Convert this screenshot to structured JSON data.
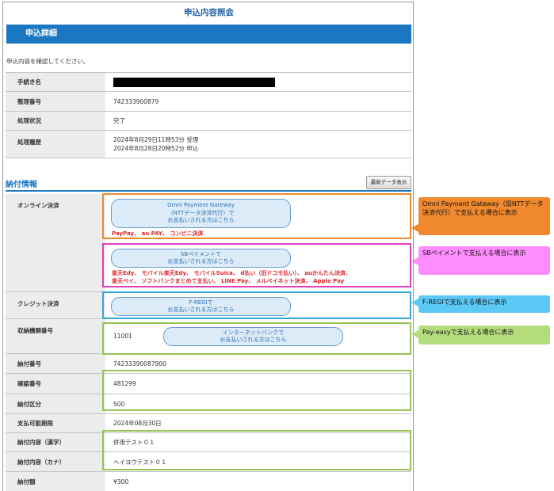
{
  "page": {
    "title": "申込内容照会",
    "section_title": "申込詳細",
    "intro_text": "申込内容を確認してください。"
  },
  "application": {
    "procedure_name_label": "手続き名",
    "reference_number_label": "整理番号",
    "reference_number": "742333900879",
    "status_label": "処理状況",
    "status": "完了",
    "history_label": "処理履歴",
    "history": [
      "2024年8月29日11時53分 受理",
      "2024年8月28日20時52分 申込"
    ]
  },
  "payment": {
    "title": "納付情報",
    "refresh_button": "最新データ表示",
    "online_label": "オンライン決済",
    "omni": {
      "button_lines": [
        "Omni Payment Gateway",
        "（NTTデータ決済代行）で",
        "お支払いされる方はこちら"
      ],
      "methods": "PayPay、 au PAY、 コンビニ決済"
    },
    "sb": {
      "button_lines": [
        "SBペイメントで",
        "お支払いされる方はこちら"
      ],
      "methods_lines": [
        "楽天Edy、 モバイル楽天Edy、 モバイルSuica、 d払い（旧ドコモ払い）、 auかんたん決済、",
        "楽天ペイ、 ソフトバンクまとめて支払い、 LINE Pay、 メルペイネット決済、 Apple Pay"
      ]
    },
    "credit_label": "クレジット決済",
    "fregi": {
      "button_lines": [
        "F-REGIで",
        "お支払いされる方はこちら"
      ]
    },
    "institution_label": "収納機関番号",
    "institution_number": "11001",
    "netbank": {
      "button_lines": [
        "インターネットバンクで",
        "お支払いされる方はこちら"
      ]
    },
    "payment_number_label": "納付番号",
    "payment_number": "74233390087900",
    "confirmation_label": "確認番号",
    "confirmation_number": "481299",
    "category_label": "納付区分",
    "category": "500",
    "deadline_label": "支払可能期限",
    "deadline": "2024年08月30日",
    "content_kanji_label": "納付内容（漢字）",
    "content_kanji": "併用テスト０１",
    "content_kana_label": "納付内容（カナ）",
    "content_kana": "ヘイヨウテスト０１",
    "amount_label": "納付額",
    "amount": "¥300"
  },
  "annotations": {
    "omni": "Omni Payment Gateway（旧NTTデータ決済代行）で支払える場合に表示",
    "sb": "SBペイメントで支払える場合に表示",
    "fregi": "F-REGIで支払える場合に表示",
    "payeasy": "Pay-easyで支払える場合に表示"
  },
  "colors": {
    "brand_blue": "#1c77c3",
    "omni_orange": "#f0882e",
    "sb_magenta": "#e23fbf",
    "sb_callout": "#ff8cff",
    "fregi_cyan": "#36a6dc",
    "fregi_callout": "#5bc8f5",
    "payeasy_green": "#97c455",
    "payeasy_callout": "#b5dc7b",
    "method_red": "#e0262c"
  }
}
